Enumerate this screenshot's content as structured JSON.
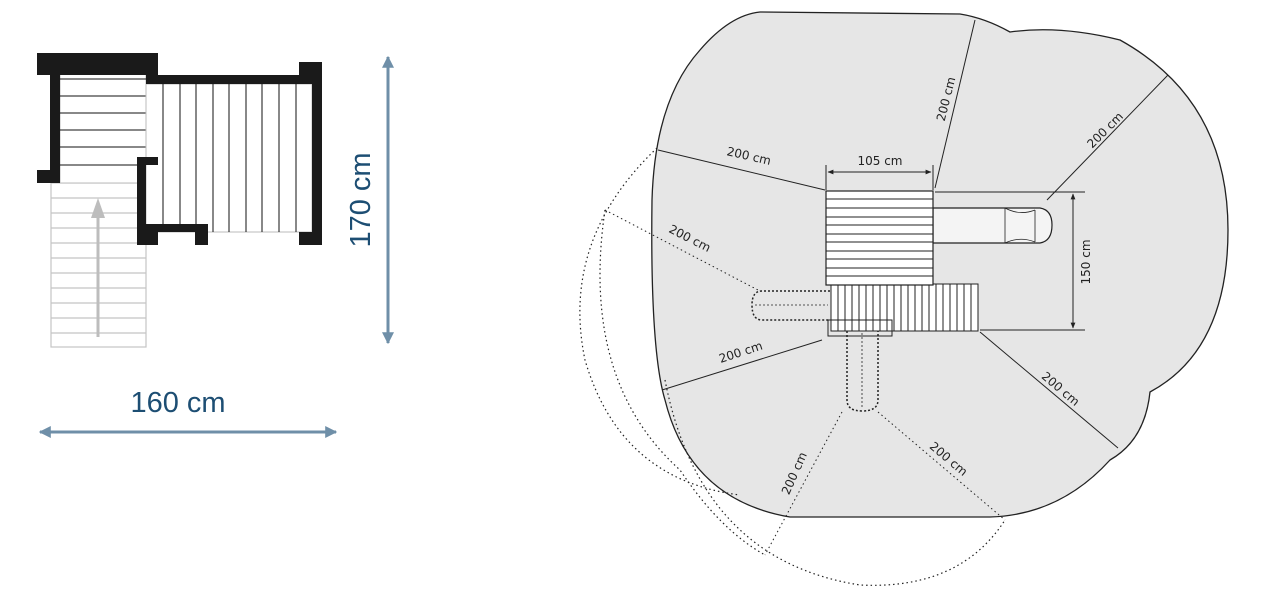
{
  "footprint": {
    "height_label": "170 cm",
    "width_label": "160 cm"
  },
  "safety_zone": {
    "width_label": "105 cm",
    "depth_label": "150 cm",
    "clearance_labels": [
      "200 cm",
      "200 cm",
      "200 cm",
      "200 cm",
      "200 cm",
      "200 cm",
      "200 cm",
      "200 cm"
    ]
  },
  "colors": {
    "dimension_arrow": "#6f8fa8",
    "dimension_text": "#1d4e73",
    "safety_zone_fill": "#e6e6e6",
    "walls": "#1a1a1a"
  }
}
